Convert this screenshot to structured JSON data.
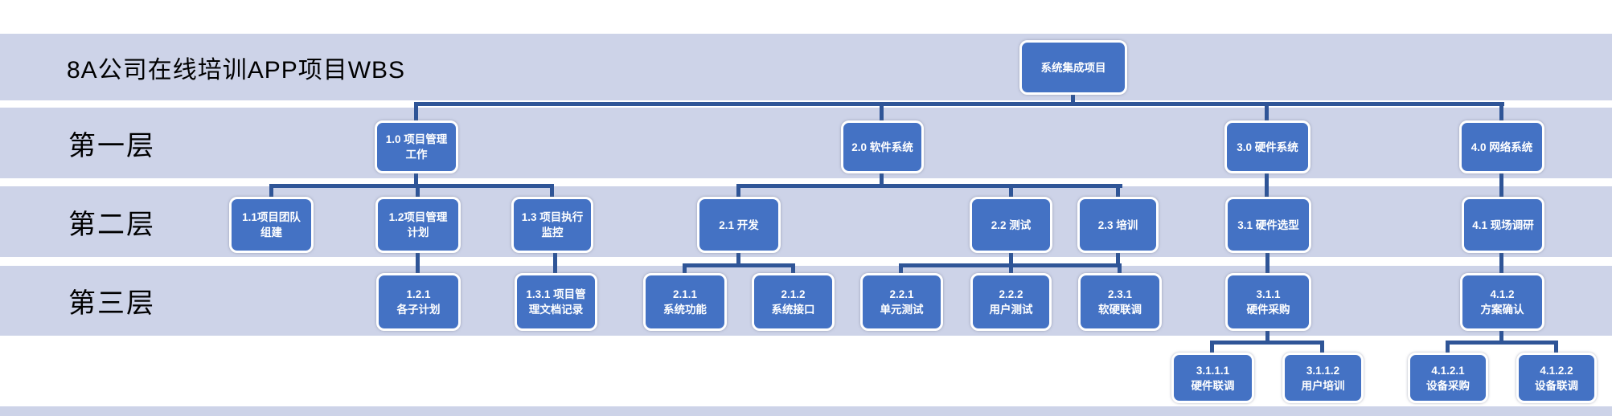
{
  "title": "8A公司在线培训APP项目WBS",
  "layers": [
    {
      "label": "第一层"
    },
    {
      "label": "第二层"
    },
    {
      "label": "第三层"
    }
  ],
  "colors": {
    "band": "#cdd3e8",
    "box_fill": "#4472c4",
    "box_border": "#ffffff",
    "connector": "#2f5597",
    "slide_text": "#000000",
    "box_text": "#ffffff",
    "page_bg": "#ffffff"
  },
  "nodes": {
    "root": {
      "label": "系统集成项目",
      "lines": [
        "系统集成项目"
      ]
    },
    "n10": {
      "label": "1.0 项目管理工作",
      "lines": [
        "1.0 项目管理",
        "工作"
      ]
    },
    "n20": {
      "label": "2.0 软件系统",
      "lines": [
        "2.0 软件系统"
      ]
    },
    "n30": {
      "label": "3.0 硬件系统",
      "lines": [
        "3.0 硬件系统"
      ]
    },
    "n40": {
      "label": "4.0 网络系统",
      "lines": [
        "4.0 网络系统"
      ]
    },
    "n11": {
      "label": "1.1项目团队组建",
      "lines": [
        "1.1项目团队",
        "组建"
      ]
    },
    "n12": {
      "label": "1.2项目管理计划",
      "lines": [
        "1.2项目管理",
        "计划"
      ]
    },
    "n13": {
      "label": "1.3 项目执行监控",
      "lines": [
        "1.3 项目执行",
        "监控"
      ]
    },
    "n21": {
      "label": "2.1 开发",
      "lines": [
        "2.1 开发"
      ]
    },
    "n22": {
      "label": "2.2 测试",
      "lines": [
        "2.2 测试"
      ]
    },
    "n23": {
      "label": "2.3 培训",
      "lines": [
        "2.3 培训"
      ]
    },
    "n31": {
      "label": "3.1 硬件选型",
      "lines": [
        "3.1 硬件选型"
      ]
    },
    "n41": {
      "label": "4.1 现场调研",
      "lines": [
        "4.1 现场调研"
      ]
    },
    "n121": {
      "label": "1.2.1 各子计划",
      "lines": [
        "1.2.1",
        "各子计划"
      ]
    },
    "n131": {
      "label": "1.3.1 项目管理文档记录",
      "lines": [
        "1.3.1 项目管",
        "理文档记录"
      ]
    },
    "n211": {
      "label": "2.1.1 系统功能",
      "lines": [
        "2.1.1",
        "系统功能"
      ]
    },
    "n212": {
      "label": "2.1.2 系统接口",
      "lines": [
        "2.1.2",
        "系统接口"
      ]
    },
    "n221": {
      "label": "2.2.1 单元测试",
      "lines": [
        "2.2.1",
        "单元测试"
      ]
    },
    "n222": {
      "label": "2.2.2 用户测试",
      "lines": [
        "2.2.2",
        "用户测试"
      ]
    },
    "n231": {
      "label": "2.3.1 软硬联调",
      "lines": [
        "2.3.1",
        "软硬联调"
      ]
    },
    "n311": {
      "label": "3.1.1 硬件采购",
      "lines": [
        "3.1.1",
        "硬件采购"
      ]
    },
    "n412": {
      "label": "4.1.2 方案确认",
      "lines": [
        "4.1.2",
        "方案确认"
      ]
    },
    "n3111": {
      "label": "3.1.1.1 硬件联调",
      "lines": [
        "3.1.1.1",
        "硬件联调"
      ]
    },
    "n3112": {
      "label": "3.1.1.2 用户培训",
      "lines": [
        "3.1.1.2",
        "用户培训"
      ]
    },
    "n4121": {
      "label": "4.1.2.1 设备采购",
      "lines": [
        "4.1.2.1",
        "设备采购"
      ]
    },
    "n4122": {
      "label": "4.1.2.2 设备联调",
      "lines": [
        "4.1.2.2",
        "设备联调"
      ]
    }
  },
  "tree": {
    "root": [
      "n10",
      "n20",
      "n30",
      "n40"
    ],
    "n10": [
      "n11",
      "n12",
      "n13"
    ],
    "n20": [
      "n21",
      "n22",
      "n23"
    ],
    "n30": [
      "n31"
    ],
    "n40": [
      "n41"
    ],
    "n12": [
      "n121"
    ],
    "n13": [
      "n131"
    ],
    "n21": [
      "n211",
      "n212"
    ],
    "n22": [
      "n221",
      "n222"
    ],
    "n23": [
      "n231"
    ],
    "n31": [
      "n311"
    ],
    "n41": [
      "n412"
    ],
    "n311": [
      "n3111",
      "n3112"
    ],
    "n412": [
      "n4121",
      "n4122"
    ]
  }
}
